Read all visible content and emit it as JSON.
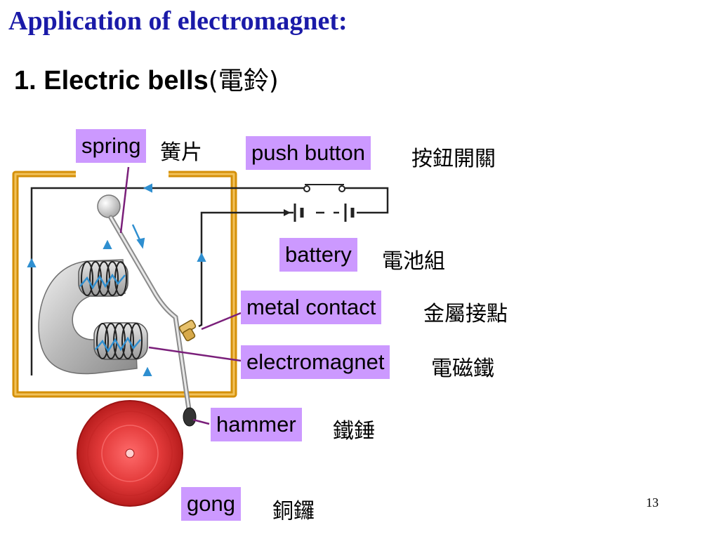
{
  "slide": {
    "title": "Application of electromagnet:",
    "subtitle_en": "1. Electric bells",
    "subtitle_cn": "(電鈴)",
    "page_number": "13"
  },
  "labels": {
    "spring": {
      "en": "spring",
      "cn": "簧片"
    },
    "push_button": {
      "en": "push button",
      "cn": "按鈕開關"
    },
    "battery": {
      "en": "battery",
      "cn": "電池組"
    },
    "metal_contact": {
      "en": "metal contact",
      "cn": "金屬接點"
    },
    "electromagnet": {
      "en": "electromagnet",
      "cn": "電磁鐵"
    },
    "hammer": {
      "en": "hammer",
      "cn": "鐵錘"
    },
    "gong": {
      "en": "gong",
      "cn": "銅鑼"
    }
  },
  "colors": {
    "title": "#1a1aa8",
    "label_bg": "#cc99ff",
    "frame": "#d4900a",
    "leader_line": "#7a1f7a",
    "current_arrow": "#2f8fd0",
    "gong": "#d42a2a"
  }
}
